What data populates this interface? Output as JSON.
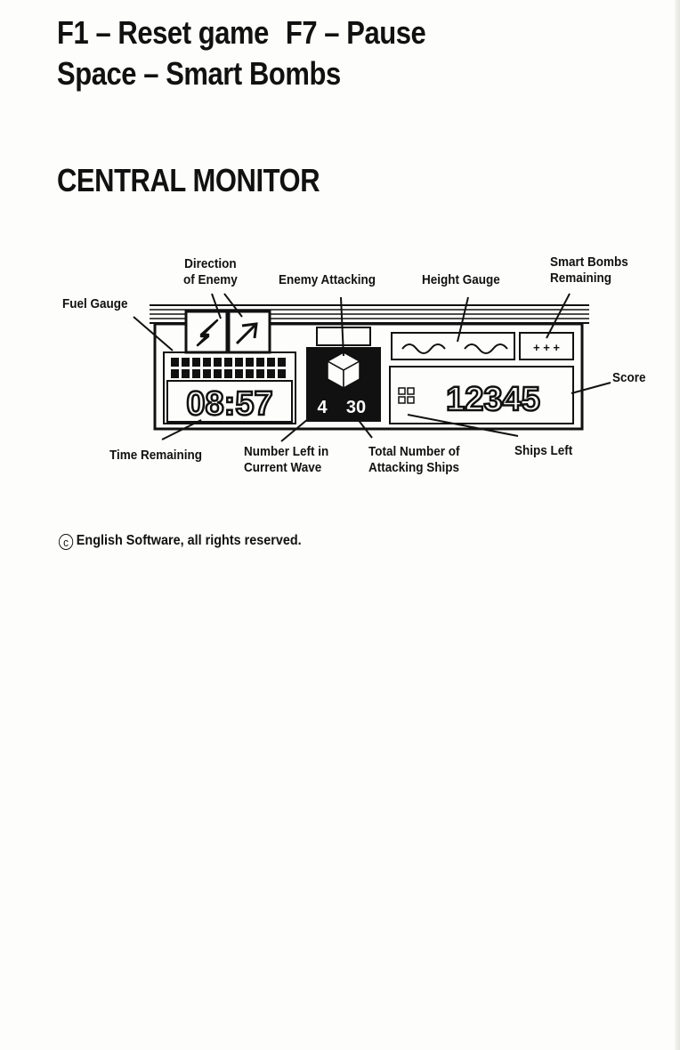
{
  "keys": {
    "f1": "F1 – Reset game",
    "f7": "F7 – Pause",
    "space": "Space – Smart Bombs"
  },
  "section_title": "CENTRAL MONITOR",
  "labels": {
    "direction_of_enemy_1": "Direction",
    "direction_of_enemy_2": "of Enemy",
    "enemy_attacking": "Enemy Attacking",
    "height_gauge": "Height Gauge",
    "smart_bombs_1": "Smart Bombs",
    "smart_bombs_2": "Remaining",
    "fuel_gauge": "Fuel Gauge",
    "score": "Score",
    "time_remaining": "Time Remaining",
    "number_left_1": "Number Left in",
    "number_left_2": "Current Wave",
    "total_number_1": "Total Number of",
    "total_number_2": "Attacking Ships",
    "ships_left": "Ships Left"
  },
  "monitor": {
    "time": "08:57",
    "number_left": "4",
    "total_attacking": "30",
    "score": "12345",
    "smart_bombs": "+ + +"
  },
  "copyright": {
    "symbol": "c",
    "text": "English Software, all rights reserved."
  }
}
